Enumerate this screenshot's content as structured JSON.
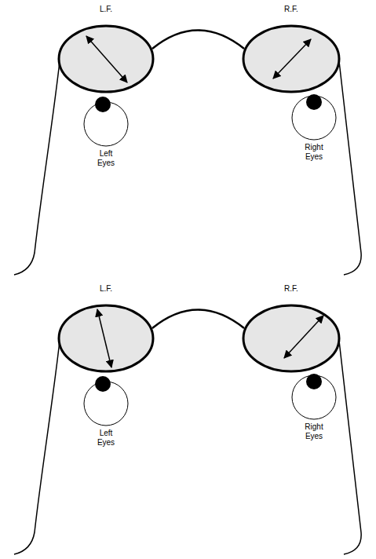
{
  "diagram": {
    "labels": [
      "L.F.",
      "R.F.",
      "Left Eyes",
      "Right Eyes",
      "L.F.",
      "R.F.",
      "Left Eyes",
      "Right Eyes"
    ]
  }
}
